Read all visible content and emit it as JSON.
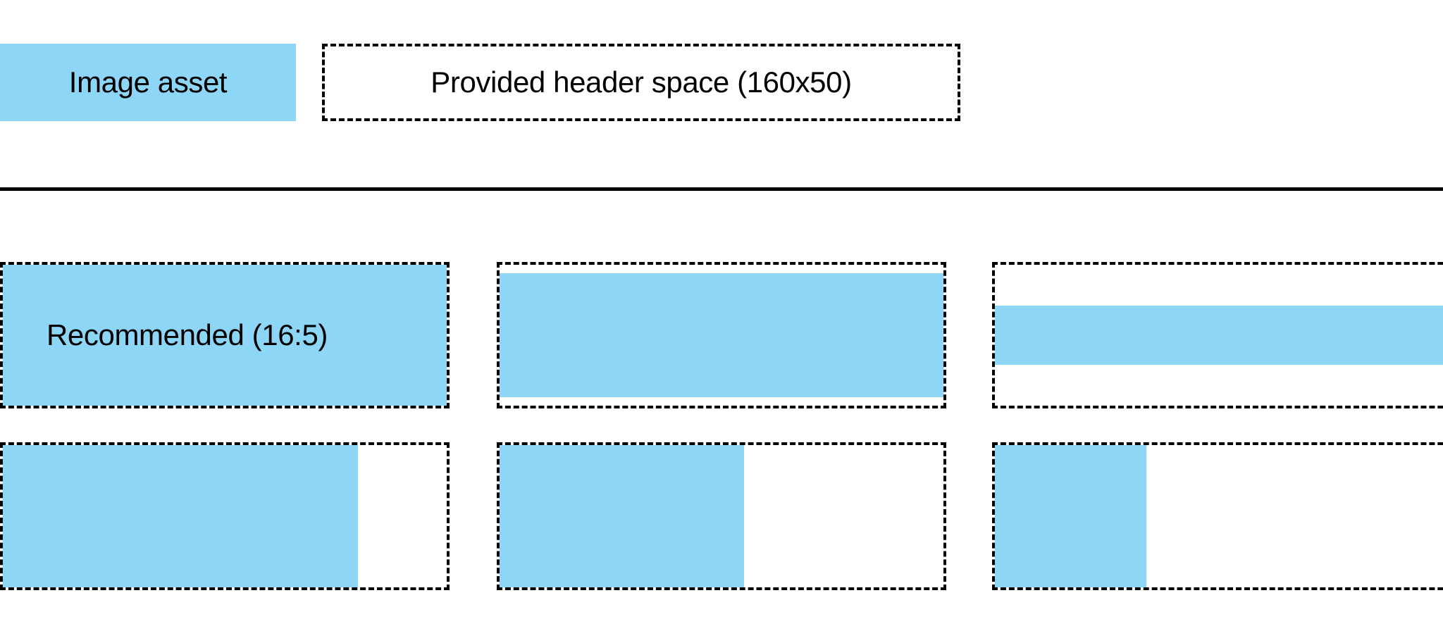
{
  "colors": {
    "asset_blue": "#8dd6f5",
    "outline": "#000000",
    "background": "#ffffff",
    "text": "#000000"
  },
  "legend": {
    "swatch_label": "Image asset",
    "slot_label": "Provided header space (160x50)"
  },
  "examples": {
    "recommended_caption": "Recommended (16:5)",
    "rows": [
      {
        "name": "aspect-ratio-row",
        "cells": [
          {
            "name": "recommended-16-5",
            "fill_width_pct": 100,
            "fill_height_pct": 100,
            "fill_align_x": "left",
            "fill_align_y": "center",
            "caption": "Recommended (16:5)"
          },
          {
            "name": "taller-than-recommended",
            "fill_width_pct": 100,
            "fill_height_pct": 88,
            "fill_align_x": "left",
            "fill_align_y": "center",
            "caption": ""
          },
          {
            "name": "shorter-than-recommended",
            "fill_width_pct": 100,
            "fill_height_pct": 42,
            "fill_align_x": "left",
            "fill_align_y": "center",
            "caption": ""
          }
        ]
      },
      {
        "name": "narrower-widths-row",
        "cells": [
          {
            "name": "width-80-percent",
            "fill_width_pct": 80,
            "fill_height_pct": 100,
            "fill_align_x": "left",
            "fill_align_y": "center",
            "caption": ""
          },
          {
            "name": "width-55-percent",
            "fill_width_pct": 55,
            "fill_height_pct": 100,
            "fill_align_x": "left",
            "fill_align_y": "center",
            "caption": ""
          },
          {
            "name": "width-31-percent",
            "fill_width_pct": 31,
            "fill_height_pct": 100,
            "fill_align_x": "left",
            "fill_align_y": "center",
            "caption": ""
          }
        ]
      }
    ]
  }
}
